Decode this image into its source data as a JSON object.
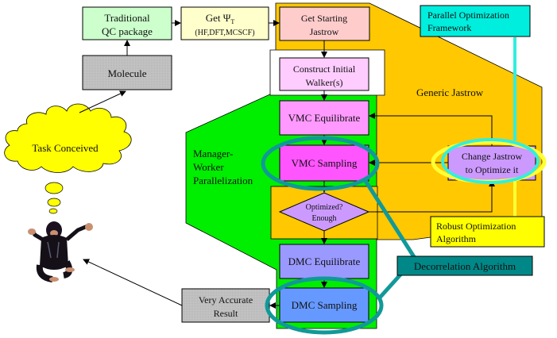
{
  "title": "QMC workflow diagram",
  "colors": {
    "orange": "#FFC800",
    "green": "#00EE00",
    "teal_ring": "#119999",
    "cyan_ring": "#33EEDD",
    "yellow_ring": "#FFFF33"
  },
  "nodes": {
    "traditional_qc": {
      "line1": "Traditional",
      "line2": "QC package"
    },
    "get_psi": {
      "line1": "Get Ψ",
      "sub": "T",
      "line2": "(HF,DFT,MCSCF)"
    },
    "get_starting_jastrow": {
      "line1": "Get Starting",
      "line2": "Jastrow"
    },
    "construct_walkers": {
      "line1": "Construct Initial",
      "line2": "Walker(s)"
    },
    "molecule": {
      "label": "Molecule"
    },
    "task_conceived": {
      "label": "Task Conceived"
    },
    "vmc_equilibrate": {
      "label": "VMC Equilibrate"
    },
    "vmc_sampling": {
      "label": "VMC Sampling"
    },
    "optimized_decision": {
      "line1": "Optimized?",
      "line2": "Enough"
    },
    "change_jastrow": {
      "line1": "Change Jastrow",
      "line2": "to Optimize it"
    },
    "dmc_equilibrate": {
      "label": "DMC Equilibrate"
    },
    "dmc_sampling": {
      "label": "DMC Sampling"
    },
    "very_accurate_result": {
      "line1": "Very Accurate",
      "line2": "Result"
    }
  },
  "regions": {
    "generic_jastrow": {
      "label": "Generic Jastrow"
    },
    "manager_worker": {
      "line1": "Manager-",
      "line2": "Worker",
      "line3": "Parallelization"
    }
  },
  "callouts": {
    "parallel_optimization": {
      "line1": "Parallel Optimization",
      "line2": "Framework"
    },
    "robust_optimization": {
      "line1": "Robust Optimization",
      "line2": "Algorithm"
    },
    "decorrelation": {
      "label": "Decorrelation Algorithm"
    }
  },
  "icons": {
    "chimp": "chimpanzee-icon"
  }
}
